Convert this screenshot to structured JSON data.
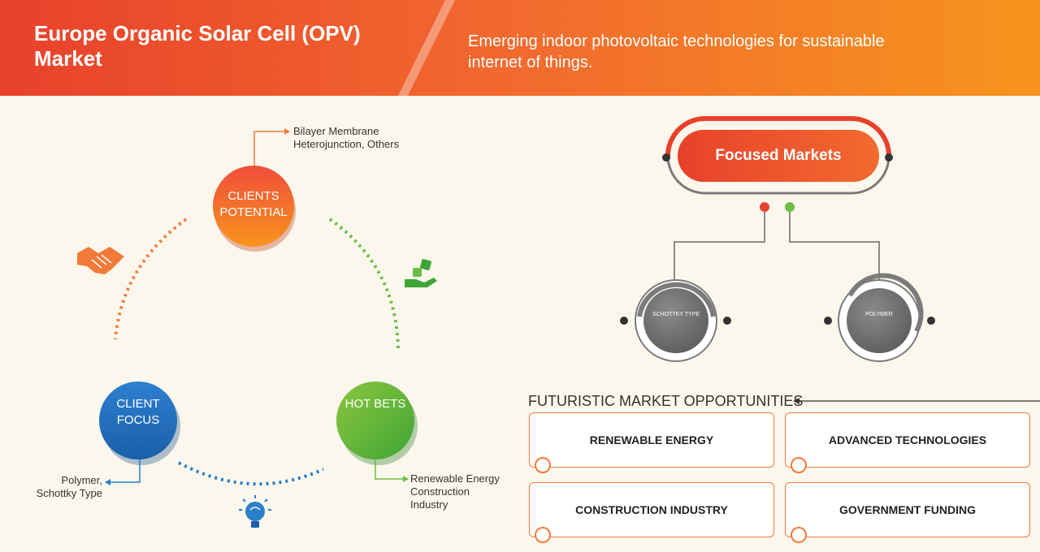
{
  "header": {
    "title": "Europe Organic Solar Cell (OPV) Market",
    "subtitle": "Emerging indoor photovoltaic technologies for sustainable internet of things."
  },
  "cycle": {
    "clients_potential": {
      "label": "CLIENTS POTENTIAL",
      "callout": [
        "Bilayer Membrane",
        "Heterojunction, Others"
      ]
    },
    "client_focus": {
      "label": "CLIENT FOCUS",
      "callout": [
        "Polymer,",
        "Schottky Type"
      ]
    },
    "hot_bets": {
      "label": "HOT BETS",
      "callout": [
        "Renewable Energy",
        "Construction",
        "Industry"
      ]
    }
  },
  "focused_markets": {
    "title": "Focused Markets",
    "items": [
      "SCHOTTKY TYPE",
      "POLYMER"
    ]
  },
  "opportunities": {
    "title": "FUTURISTIC MARKET OPPORTUNITIES",
    "items": [
      "RENEWABLE ENERGY",
      "ADVANCED TECHNOLOGIES",
      "CONSTRUCTION INDUSTRY",
      "GOVERNMENT FUNDING"
    ]
  },
  "icons": [
    "handshake-icon",
    "dice-hand-icon",
    "lightbulb-icon"
  ],
  "colors": {
    "primary": "#f05a28",
    "orange": "#f7941d",
    "red": "#e8412b",
    "green": "#6abd45",
    "blue": "#2a7fc9",
    "gray": "#7b7b7b"
  }
}
